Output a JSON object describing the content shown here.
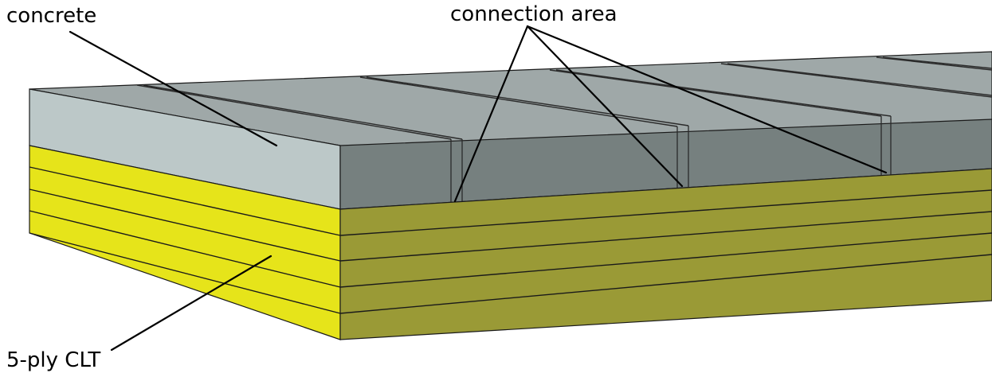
{
  "labels": {
    "concrete": "concrete",
    "connection_area": "connection area",
    "clt": "5-ply CLT"
  },
  "layers": {
    "clt_ply_count": 5,
    "concrete_panel_count": 4
  },
  "colors": {
    "concrete_top": "#9fa8a8",
    "concrete_top_dark": "#8b9696",
    "concrete_side": "#bcc8c8",
    "concrete_front": "#76807f",
    "clt_side": "#e6e41a",
    "clt_front": "#9a9a36",
    "edge": "#1a1a1a",
    "leader": "#000000",
    "background": "#ffffff"
  }
}
